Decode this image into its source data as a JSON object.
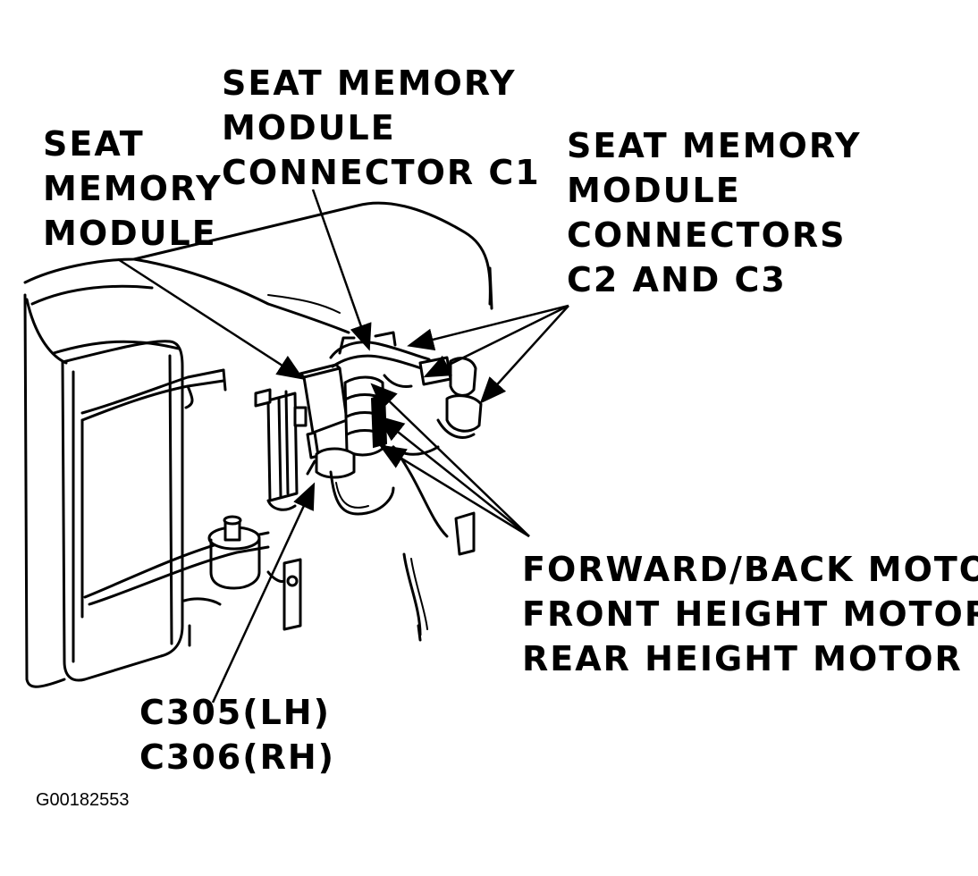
{
  "labels": {
    "seat_memory_module": [
      "SEAT",
      "MEMORY",
      "MODULE"
    ],
    "connector_c1": [
      "SEAT MEMORY",
      "MODULE",
      "CONNECTOR C1"
    ],
    "connectors_c2_c3": [
      "SEAT MEMORY",
      "MODULE",
      "CONNECTORS",
      "C2 AND C3"
    ],
    "motors": [
      "FORWARD/BACK MOTOR",
      "FRONT HEIGHT MOTOR",
      "REAR HEIGHT MOTOR"
    ],
    "harness_connectors": [
      "C305(LH)",
      "C306(RH)"
    ]
  },
  "figure_id": "G00182553"
}
